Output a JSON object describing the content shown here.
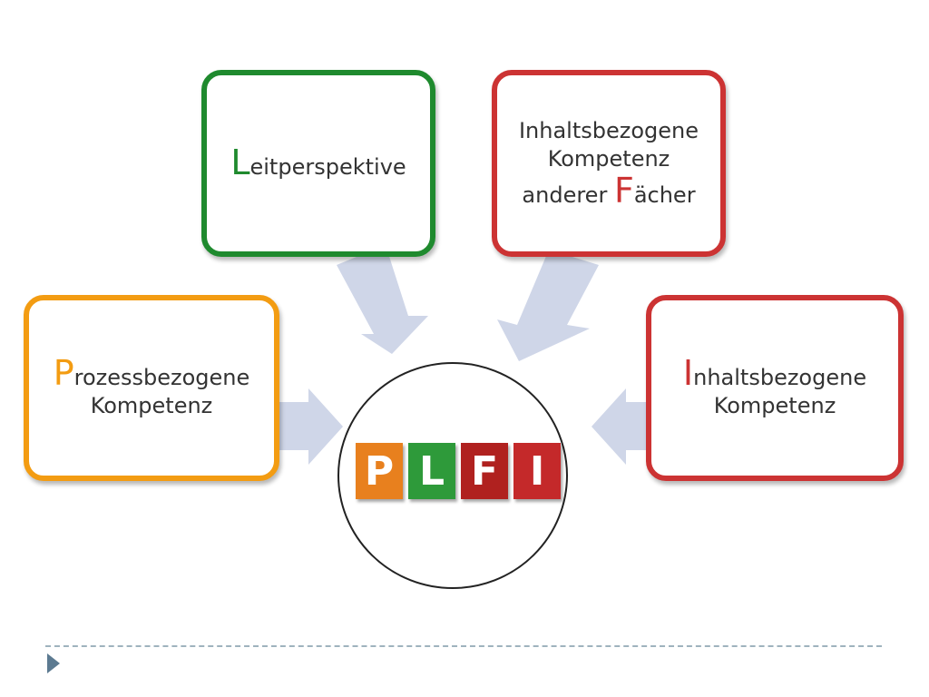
{
  "boxes": {
    "prozess": {
      "initial": "P",
      "line1_rest": "rozessbezogene",
      "line2": "Kompetenz",
      "color": "#f39c12"
    },
    "leitperspektive": {
      "initial": "L",
      "rest": "eitperspektive",
      "color": "#1f8a2e"
    },
    "inhalt_faecher": {
      "line1": "Inhaltsbezogene",
      "line2": "Kompetenz",
      "line3_prefix": "anderer ",
      "initial": "F",
      "line3_rest": "ächer",
      "color": "#cc3333"
    },
    "inhalt": {
      "initial": "I",
      "line1_rest": "nhaltsbezogene",
      "line2": "Kompetenz",
      "color": "#cc3333"
    }
  },
  "logo": {
    "letters": [
      "P",
      "L",
      "F",
      "I"
    ],
    "colors": [
      "#e8801e",
      "#2e9a3a",
      "#b0211f",
      "#c4292a"
    ]
  },
  "arrow_color": "#cfd6e8"
}
